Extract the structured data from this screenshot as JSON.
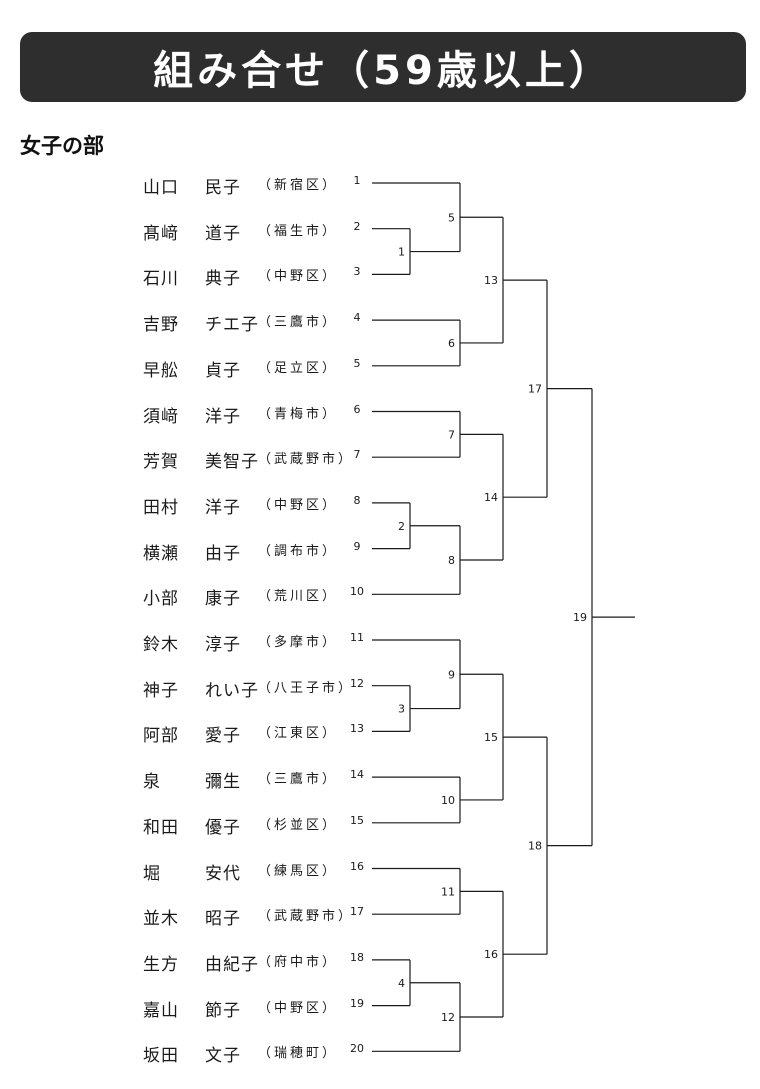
{
  "title": "組み合せ（59歳以上）",
  "section": "女子の部",
  "entries": [
    {
      "seed": "1",
      "name": [
        "山口",
        "民子"
      ],
      "club": "（新宿区）"
    },
    {
      "seed": "2",
      "name": [
        "髙﨑",
        "道子"
      ],
      "club": "（福生市）"
    },
    {
      "seed": "3",
      "name": [
        "石川",
        "典子"
      ],
      "club": "（中野区）"
    },
    {
      "seed": "4",
      "name": [
        "吉野",
        "チエ子"
      ],
      "club": "（三鷹市）"
    },
    {
      "seed": "5",
      "name": [
        "早舩",
        "貞子"
      ],
      "club": "（足立区）"
    },
    {
      "seed": "6",
      "name": [
        "須﨑",
        "洋子"
      ],
      "club": "（青梅市）"
    },
    {
      "seed": "7",
      "name": [
        "芳賀",
        "美智子"
      ],
      "club": "（武蔵野市）"
    },
    {
      "seed": "8",
      "name": [
        "田村",
        "洋子"
      ],
      "club": "（中野区）"
    },
    {
      "seed": "9",
      "name": [
        "横瀬",
        "由子"
      ],
      "club": "（調布市）"
    },
    {
      "seed": "10",
      "name": [
        "小部",
        "康子"
      ],
      "club": "（荒川区）"
    },
    {
      "seed": "11",
      "name": [
        "鈴木",
        "淳子"
      ],
      "club": "（多摩市）"
    },
    {
      "seed": "12",
      "name": [
        "神子",
        "れい子"
      ],
      "club": "（八王子市）"
    },
    {
      "seed": "13",
      "name": [
        "阿部",
        "愛子"
      ],
      "club": "（江東区）"
    },
    {
      "seed": "14",
      "name": [
        "泉",
        "彌生"
      ],
      "club": "（三鷹市）"
    },
    {
      "seed": "15",
      "name": [
        "和田",
        "優子"
      ],
      "club": "（杉並区）"
    },
    {
      "seed": "16",
      "name": [
        "堀",
        "安代"
      ],
      "club": "（練馬区）"
    },
    {
      "seed": "17",
      "name": [
        "並木",
        "昭子"
      ],
      "club": "（武蔵野市）"
    },
    {
      "seed": "18",
      "name": [
        "生方",
        "由紀子"
      ],
      "club": "（府中市）"
    },
    {
      "seed": "19",
      "name": [
        "嘉山",
        "節子"
      ],
      "club": "（中野区）"
    },
    {
      "seed": "20",
      "name": [
        "坂田",
        "文子"
      ],
      "club": "（瑞穂町）"
    }
  ],
  "matches": [
    {
      "id": "1",
      "a": {
        "e": 1
      },
      "b": {
        "e": 2
      }
    },
    {
      "id": "2",
      "a": {
        "e": 7
      },
      "b": {
        "e": 8
      }
    },
    {
      "id": "3",
      "a": {
        "e": 11
      },
      "b": {
        "e": 12
      }
    },
    {
      "id": "4",
      "a": {
        "e": 17
      },
      "b": {
        "e": 18
      }
    },
    {
      "id": "5",
      "a": {
        "e": 0
      },
      "b": {
        "m": "1"
      }
    },
    {
      "id": "6",
      "a": {
        "e": 3
      },
      "b": {
        "e": 4
      }
    },
    {
      "id": "7",
      "a": {
        "e": 5
      },
      "b": {
        "e": 6
      }
    },
    {
      "id": "8",
      "a": {
        "m": "2"
      },
      "b": {
        "e": 9
      }
    },
    {
      "id": "9",
      "a": {
        "e": 10
      },
      "b": {
        "m": "3"
      }
    },
    {
      "id": "10",
      "a": {
        "e": 13
      },
      "b": {
        "e": 14
      }
    },
    {
      "id": "11",
      "a": {
        "e": 15
      },
      "b": {
        "e": 16
      }
    },
    {
      "id": "12",
      "a": {
        "m": "4"
      },
      "b": {
        "e": 19
      }
    },
    {
      "id": "13",
      "a": {
        "m": "5"
      },
      "b": {
        "m": "6"
      }
    },
    {
      "id": "14",
      "a": {
        "m": "7"
      },
      "b": {
        "m": "8"
      }
    },
    {
      "id": "15",
      "a": {
        "m": "9"
      },
      "b": {
        "m": "10"
      }
    },
    {
      "id": "16",
      "a": {
        "m": "11"
      },
      "b": {
        "m": "12"
      }
    },
    {
      "id": "17",
      "a": {
        "m": "13"
      },
      "b": {
        "m": "14"
      }
    },
    {
      "id": "18",
      "a": {
        "m": "15"
      },
      "b": {
        "m": "16"
      }
    },
    {
      "id": "19",
      "a": {
        "m": "17"
      },
      "b": {
        "m": "18"
      }
    }
  ],
  "colors": {
    "banner": "#2e2e2e",
    "line": "#1a1a1a"
  }
}
